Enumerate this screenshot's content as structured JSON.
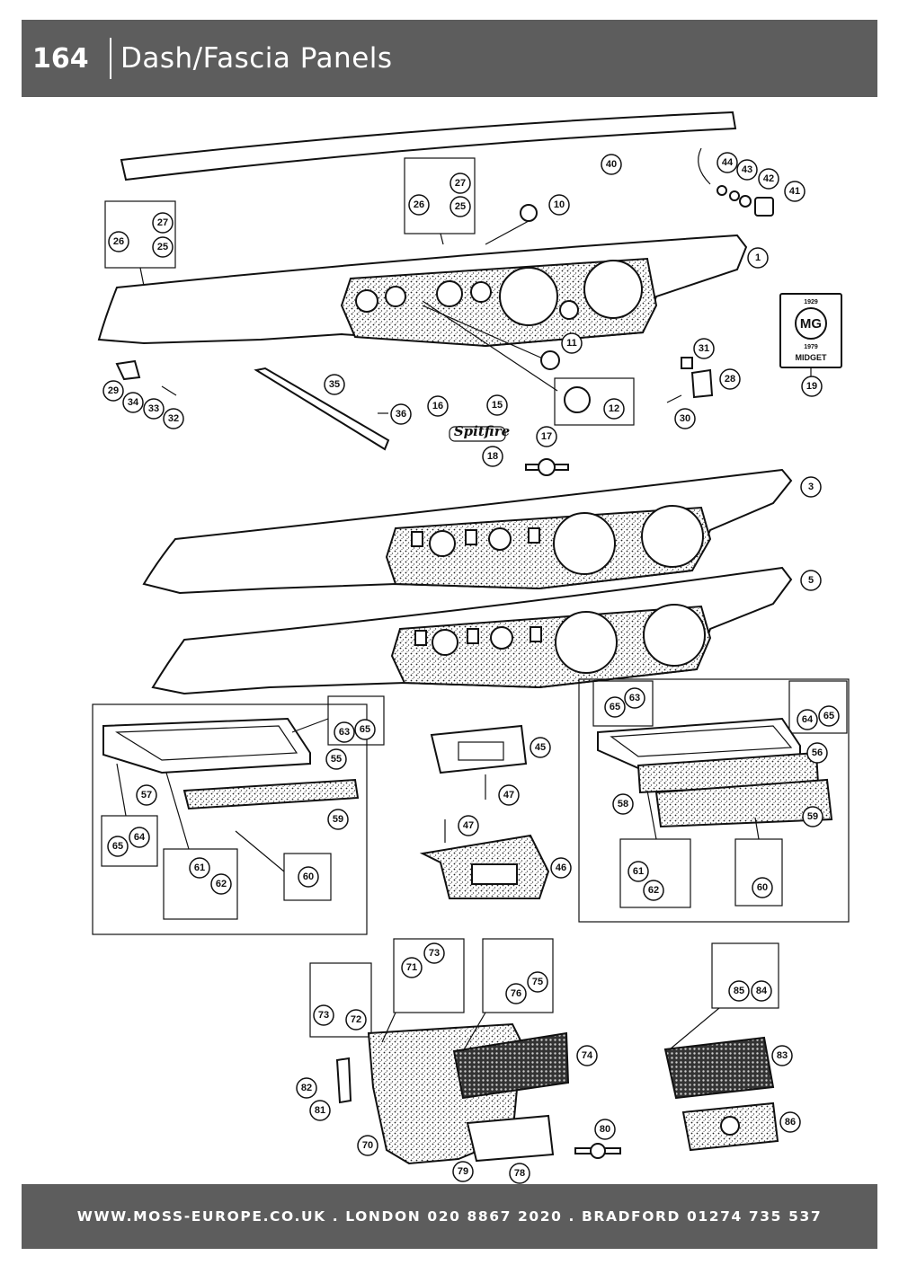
{
  "header": {
    "page_number": "164",
    "title": "Dash/Fascia Panels"
  },
  "footer": {
    "contact": "WWW.MOSS-EUROPE.CO.UK . LONDON 020 8867 2020 . BRADFORD 01274 735 537"
  },
  "emblem": {
    "year_top": "1929",
    "letters": "MG",
    "year_bottom": "1979",
    "name": "MIDGET"
  },
  "badge_script": "Spitfire",
  "callouts": [
    {
      "id": "c40",
      "label": "40"
    },
    {
      "id": "c44",
      "label": "44"
    },
    {
      "id": "c43",
      "label": "43"
    },
    {
      "id": "c42",
      "label": "42"
    },
    {
      "id": "c41",
      "label": "41"
    },
    {
      "id": "c27a",
      "label": "27"
    },
    {
      "id": "c26a",
      "label": "26"
    },
    {
      "id": "c25a",
      "label": "25"
    },
    {
      "id": "c10",
      "label": "10"
    },
    {
      "id": "c27b",
      "label": "27"
    },
    {
      "id": "c26b",
      "label": "26"
    },
    {
      "id": "c25b",
      "label": "25"
    },
    {
      "id": "c1",
      "label": "1"
    },
    {
      "id": "c11",
      "label": "11"
    },
    {
      "id": "c31",
      "label": "31"
    },
    {
      "id": "c19",
      "label": "19"
    },
    {
      "id": "c28",
      "label": "28"
    },
    {
      "id": "c29",
      "label": "29"
    },
    {
      "id": "c34",
      "label": "34"
    },
    {
      "id": "c33",
      "label": "33"
    },
    {
      "id": "c32",
      "label": "32"
    },
    {
      "id": "c35",
      "label": "35"
    },
    {
      "id": "c36",
      "label": "36"
    },
    {
      "id": "c16",
      "label": "16"
    },
    {
      "id": "c15",
      "label": "15"
    },
    {
      "id": "c12",
      "label": "12"
    },
    {
      "id": "c30",
      "label": "30"
    },
    {
      "id": "c17",
      "label": "17"
    },
    {
      "id": "c18",
      "label": "18"
    },
    {
      "id": "c3",
      "label": "3"
    },
    {
      "id": "c5",
      "label": "5"
    },
    {
      "id": "c63a",
      "label": "63"
    },
    {
      "id": "c65a",
      "label": "65"
    },
    {
      "id": "c55",
      "label": "55"
    },
    {
      "id": "c57",
      "label": "57"
    },
    {
      "id": "c59a",
      "label": "59"
    },
    {
      "id": "c65b",
      "label": "65"
    },
    {
      "id": "c64a",
      "label": "64"
    },
    {
      "id": "c61a",
      "label": "61"
    },
    {
      "id": "c62a",
      "label": "62"
    },
    {
      "id": "c60a",
      "label": "60"
    },
    {
      "id": "c45",
      "label": "45"
    },
    {
      "id": "c47a",
      "label": "47"
    },
    {
      "id": "c47b",
      "label": "47"
    },
    {
      "id": "c46",
      "label": "46"
    },
    {
      "id": "c63b",
      "label": "63"
    },
    {
      "id": "c65c",
      "label": "65"
    },
    {
      "id": "c64b",
      "label": "64"
    },
    {
      "id": "c65d",
      "label": "65"
    },
    {
      "id": "c56",
      "label": "56"
    },
    {
      "id": "c58",
      "label": "58"
    },
    {
      "id": "c59b",
      "label": "59"
    },
    {
      "id": "c61b",
      "label": "61"
    },
    {
      "id": "c62b",
      "label": "62"
    },
    {
      "id": "c60b",
      "label": "60"
    },
    {
      "id": "c73a",
      "label": "73"
    },
    {
      "id": "c71",
      "label": "71"
    },
    {
      "id": "c72",
      "label": "72"
    },
    {
      "id": "c73b",
      "label": "73"
    },
    {
      "id": "c76",
      "label": "76"
    },
    {
      "id": "c75",
      "label": "75"
    },
    {
      "id": "c85",
      "label": "85"
    },
    {
      "id": "c84",
      "label": "84"
    },
    {
      "id": "c74",
      "label": "74"
    },
    {
      "id": "c83",
      "label": "83"
    },
    {
      "id": "c82",
      "label": "82"
    },
    {
      "id": "c81",
      "label": "81"
    },
    {
      "id": "c86",
      "label": "86"
    },
    {
      "id": "c80",
      "label": "80"
    },
    {
      "id": "c70",
      "label": "70"
    },
    {
      "id": "c79",
      "label": "79"
    },
    {
      "id": "c78",
      "label": "78"
    }
  ]
}
